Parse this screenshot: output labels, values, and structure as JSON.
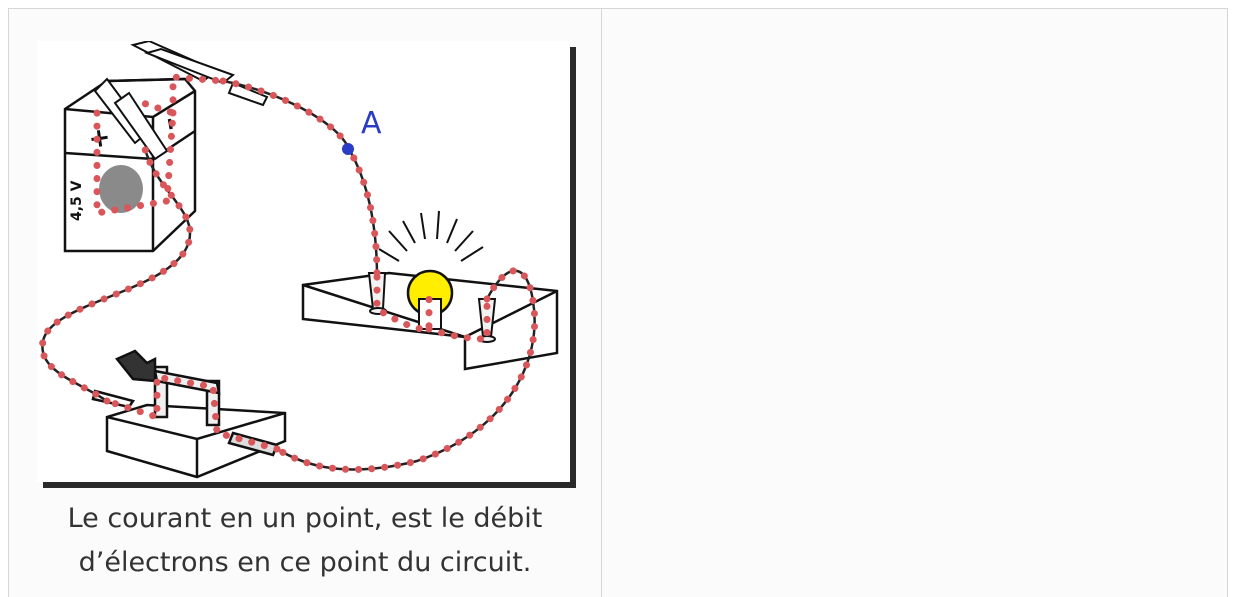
{
  "diagram": {
    "point_label": "A",
    "battery_voltage": "4,5 V",
    "battery_plus": "+",
    "battery_minus": "–"
  },
  "caption": {
    "line1": "Le courant en un point, est le débit",
    "line2": "d’électrons en ce point du circuit."
  },
  "colors": {
    "electron_dots": "#d9575a",
    "wire": "#222222",
    "point": "#2a3bc4",
    "bulb": "#ffee00",
    "caption_text": "#333333",
    "panel_border": "#d6d6d6"
  }
}
